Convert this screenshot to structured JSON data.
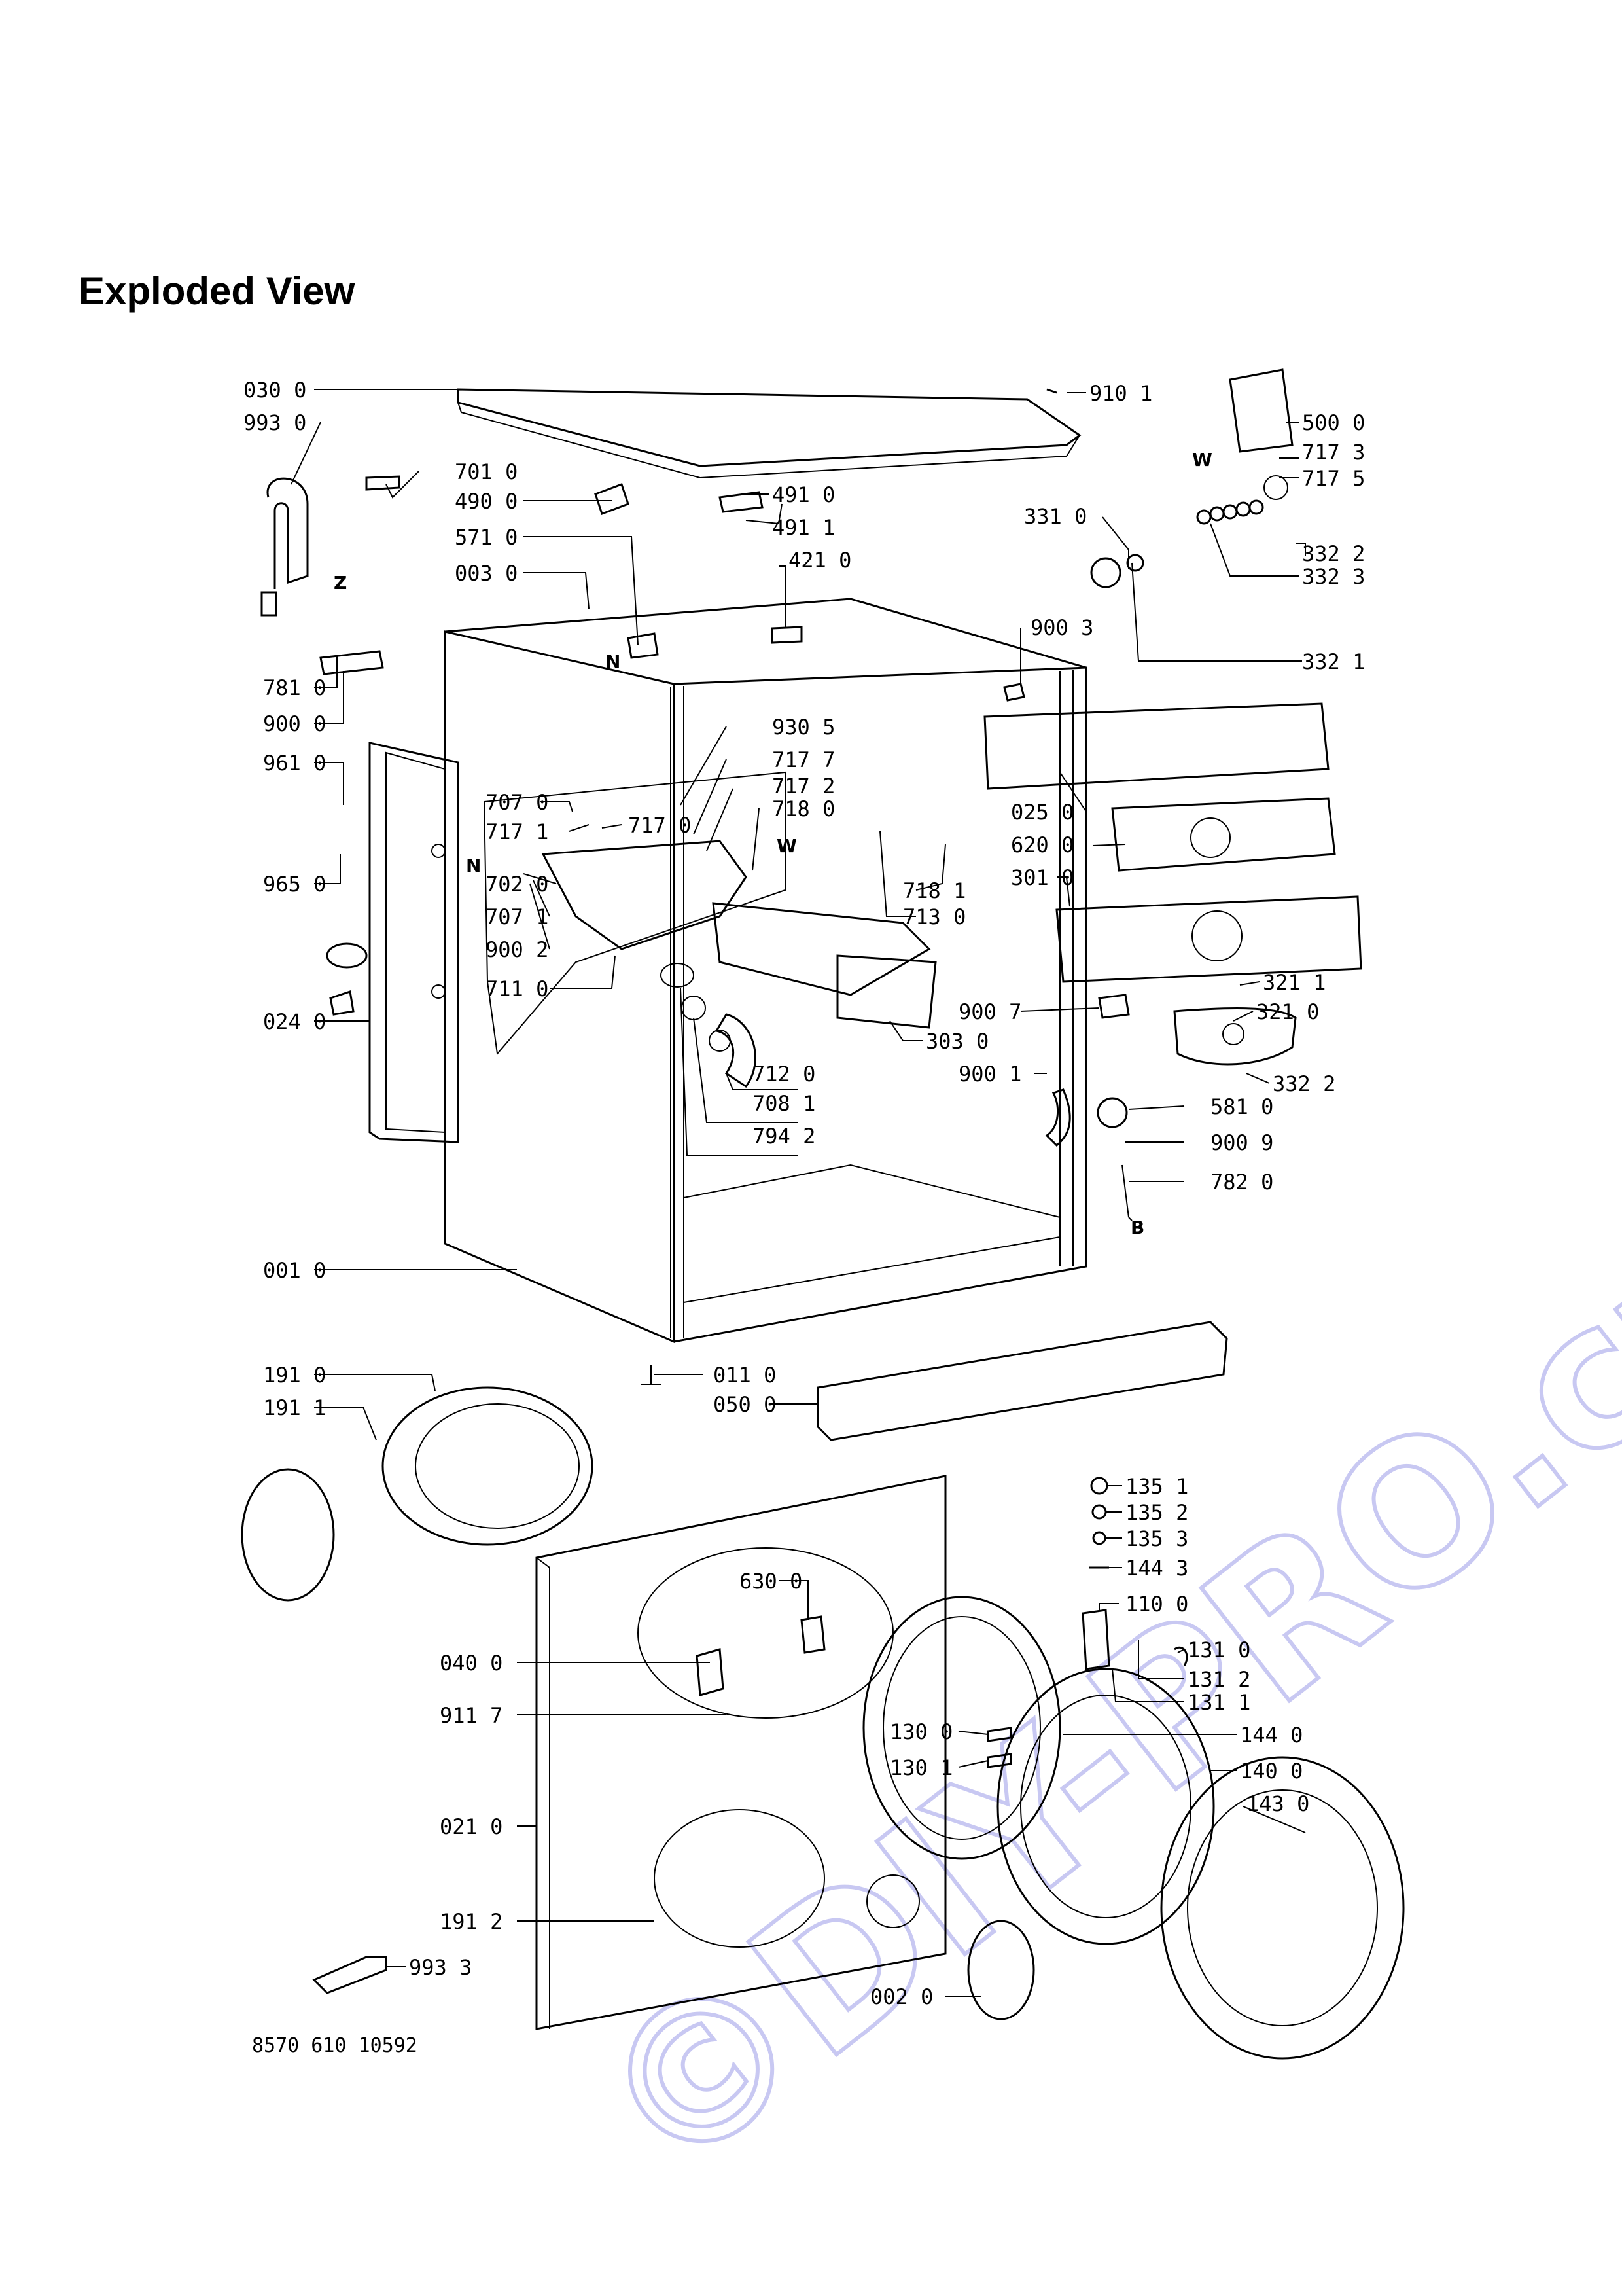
{
  "title": "Exploded View",
  "watermark": "©DIY-PRO.cz",
  "document_number": "8570 610 10592",
  "callout_letters": {
    "z": "Z",
    "n1": "N",
    "n2": "N",
    "w1": "W",
    "w2": "W",
    "b": "B"
  },
  "part_labels": {
    "p030_0": "030 0",
    "p993_0": "993 0",
    "p701_0": "701 0",
    "p490_0": "490 0",
    "p571_0": "571 0",
    "p003_0": "003 0",
    "p491_0": "491 0",
    "p491_1": "491 1",
    "p421_0": "421 0",
    "p910_1": "910 1",
    "p500_0": "500 0",
    "p717_3": "717 3",
    "p717_5": "717 5",
    "p331_0": "331 0",
    "p332_2a": "332 2",
    "p332_3": "332 3",
    "p332_1": "332 1",
    "p900_3": "900 3",
    "p781_0": "781 0",
    "p900_0": "900 0",
    "p961_0": "961 0",
    "p930_5": "930 5",
    "p717_7": "717 7",
    "p717_2": "717 2",
    "p718_0": "718 0",
    "p707_0": "707 0",
    "p717_0": "717 0",
    "p717_1": "717 1",
    "p025_0": "025 0",
    "p620_0": "620 0",
    "p965_0": "965 0",
    "p702_0": "702 0",
    "p707_1": "707 1",
    "p900_2": "900 2",
    "p711_0": "711 0",
    "p718_1": "718 1",
    "p713_0": "713 0",
    "p301_0": "301 0",
    "p321_1": "321 1",
    "p321_0": "321 0",
    "p900_7": "900 7",
    "p303_0": "303 0",
    "p024_0": "024 0",
    "p712_0": "712 0",
    "p708_1": "708 1",
    "p794_2": "794 2",
    "p900_1": "900 1",
    "p332_2b": "332 2",
    "p581_0": "581 0",
    "p900_9": "900 9",
    "p782_0": "782 0",
    "p001_0": "001 0",
    "p191_0": "191 0",
    "p191_1": "191 1",
    "p011_0": "011 0",
    "p050_0": "050 0",
    "p135_1": "135 1",
    "p135_2": "135 2",
    "p135_3": "135 3",
    "p144_3": "144 3",
    "p630_0": "630 0",
    "p110_0": "110 0",
    "p040_0": "040 0",
    "p131_0": "131 0",
    "p131_2": "131 2",
    "p131_1": "131 1",
    "p911_7": "911 7",
    "p130_0": "130 0",
    "p144_0": "144 0",
    "p130_1": "130 1",
    "p140_0": "140 0",
    "p021_0": "021 0",
    "p143_0": "143 0",
    "p191_2": "191 2",
    "p993_3": "993 3",
    "p002_0": "002 0"
  }
}
